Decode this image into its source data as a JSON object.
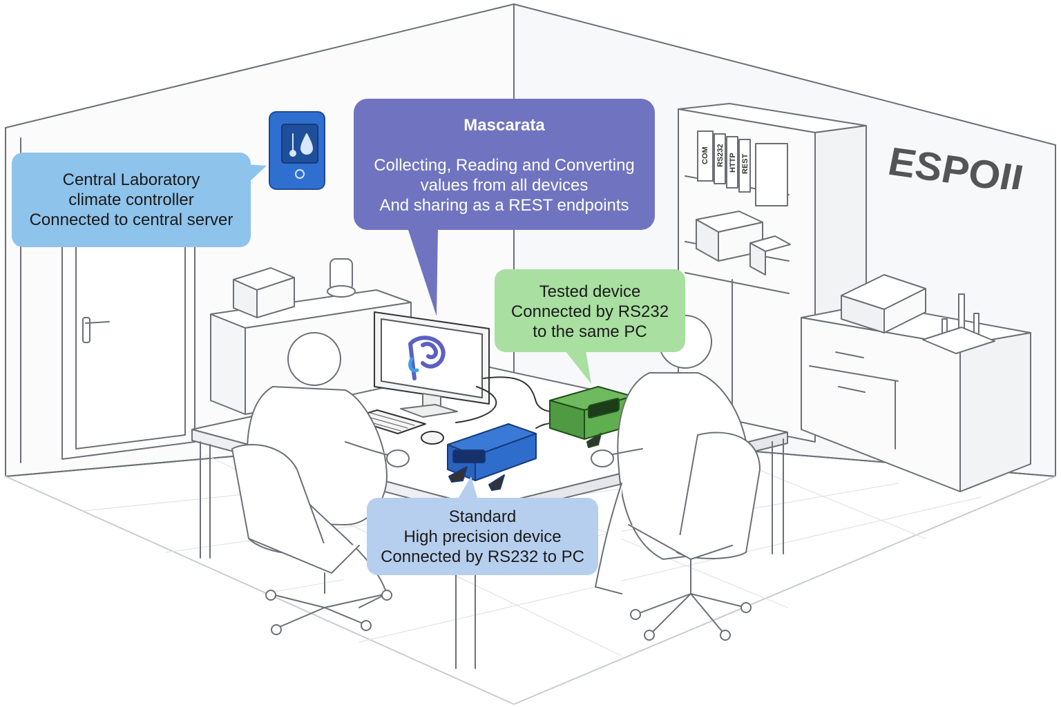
{
  "callouts": {
    "climate": {
      "lines": [
        "Central Laboratory",
        "climate controller",
        "Connected to central server"
      ],
      "color": "#8ec3eb"
    },
    "mascarata": {
      "title": "Mascarata",
      "lines": [
        "Collecting, Reading and Converting",
        "values from all devices",
        "And sharing as a REST endpoints"
      ],
      "color": "#6f73c0"
    },
    "tested": {
      "lines": [
        "Tested device",
        "Connected by RS232",
        "to the same PC"
      ],
      "color": "#a9dfa1"
    },
    "standard": {
      "lines": [
        "Standard",
        "High precision device",
        "Connected by RS232 to PC"
      ],
      "color": "#b7cfee"
    }
  },
  "binder_labels": [
    "COM",
    "RS232",
    "HTTP",
    "REST"
  ],
  "brand": {
    "name": "ESPOII",
    "color": "#555555"
  },
  "icons": [
    "thermometer-icon",
    "water-drop-icon",
    "mascarata-logo-icon"
  ]
}
